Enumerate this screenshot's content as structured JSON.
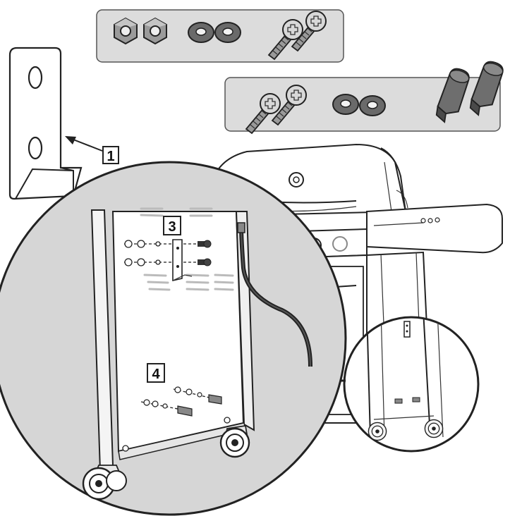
{
  "callouts": [
    {
      "id": "step-1",
      "label": "1"
    },
    {
      "id": "step-3",
      "label": "3"
    },
    {
      "id": "step-4",
      "label": "4"
    }
  ],
  "brand_badge": "",
  "colors": {
    "tray": "#dcdcdc",
    "tray_border": "#555555",
    "part_gray": "#8a8a8a",
    "part_dark": "#5a5a5a",
    "line": "#222222",
    "background": "#ffffff"
  },
  "icons": [
    "hex-nut-icon",
    "washer-icon",
    "screw-icon",
    "caster-stem-icon",
    "bracket-icon"
  ]
}
